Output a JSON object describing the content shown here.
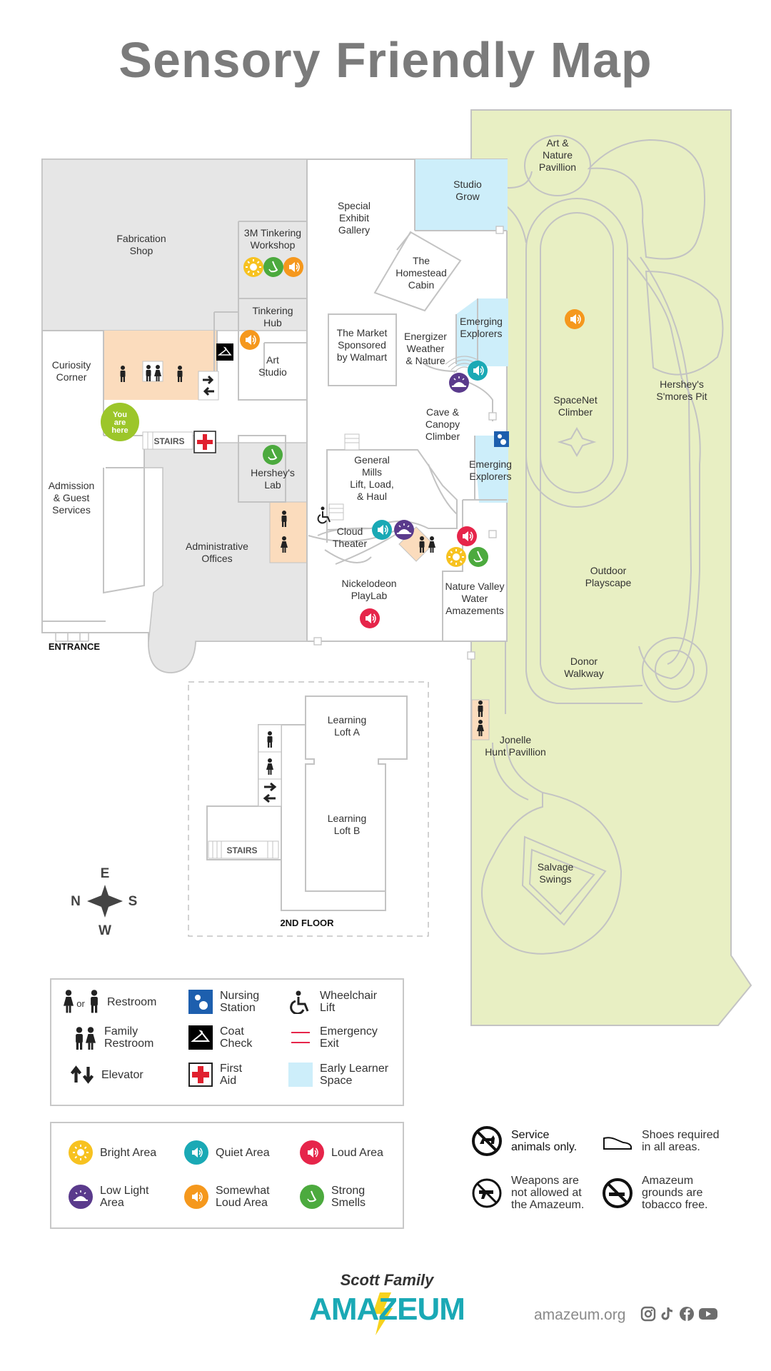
{
  "title": "Sensory Friendly Map",
  "zones": {
    "fabrication_shop": "Fabrication\nShop",
    "special_exhibit": "Special\nExhibit\nGallery",
    "studio_grow": "Studio\nGrow",
    "art_nature": "Art &\nNature\nPavillion",
    "tinkering_workshop": "3M Tinkering\nWorkshop",
    "homestead": "The\nHomestead\nCabin",
    "emerging_top": "Emerging\nExplorers",
    "tinkering_hub": "Tinkering\nHub",
    "art_studio": "Art\nStudio",
    "market": "The Market\nSponsored\nby Walmart",
    "energizer": "Energizer\nWeather\n& Nature",
    "curiosity": "Curiosity\nCorner",
    "you_are_here": "You\nare\nhere",
    "stairs": "STAIRS",
    "cave": "Cave &\nCanopy\nClimber",
    "emerging_bottom": "Emerging\nExplorers",
    "spacenet": "SpaceNet\nClimber",
    "smores": "Hershey's\nS'mores Pit",
    "hersheys_lab": "Hershey's\nLab",
    "general_mills": "General\nMills\nLift, Load,\n& Haul",
    "admission": "Admission\n& Guest\nServices",
    "admin_offices": "Administrative\nOffices",
    "cloud_theater": "Cloud\nTheater",
    "outdoor_playscape": "Outdoor\nPlayscape",
    "nickelodeon": "Nickelodeon\nPlayLab",
    "nature_valley": "Nature Valley\nWater\nAmazements",
    "entrance": "ENTRANCE",
    "donor_walkway": "Donor\nWalkway",
    "learning_loft_a": "Learning\nLoft A",
    "jonelle": "Jonelle\nHunt Pavillion",
    "learning_loft_b": "Learning\nLoft B",
    "stairs_2": "STAIRS",
    "salvage_swings": "Salvage\nSwings",
    "second_floor": "2ND FLOOR"
  },
  "compass": {
    "e": "E",
    "n": "N",
    "s": "S",
    "w": "W"
  },
  "legend_facilities": [
    {
      "icon": "restroom-icon",
      "label": "Restroom",
      "or": "or"
    },
    {
      "icon": "nursing-station-icon",
      "label": "Nursing\nStation"
    },
    {
      "icon": "wheelchair-icon",
      "label": "Wheelchair\nLift"
    },
    {
      "icon": "family-restroom-icon",
      "label": "Family\nRestroom"
    },
    {
      "icon": "coat-check-icon",
      "label": "Coat\nCheck"
    },
    {
      "icon": "emergency-exit-icon",
      "label": "Emergency\nExit"
    },
    {
      "icon": "elevator-icon",
      "label": "Elevator"
    },
    {
      "icon": "first-aid-icon",
      "label": "First\nAid"
    },
    {
      "icon": "early-learner-icon",
      "label": "Early Learner\nSpace"
    }
  ],
  "legend_sensory": [
    {
      "icon": "bright-area-icon",
      "label": "Bright Area",
      "color": "#f7c220"
    },
    {
      "icon": "quiet-area-icon",
      "label": "Quiet Area",
      "color": "#1aa9b5"
    },
    {
      "icon": "loud-area-icon",
      "label": "Loud Area",
      "color": "#e6254a"
    },
    {
      "icon": "low-light-icon",
      "label": "Low Light\nArea",
      "color": "#5a3a8c"
    },
    {
      "icon": "somewhat-loud-icon",
      "label": "Somewhat\nLoud Area",
      "color": "#f5981d"
    },
    {
      "icon": "strong-smells-icon",
      "label": "Strong\nSmells",
      "color": "#4caa3e"
    }
  ],
  "rules": [
    {
      "icon": "no-pets-icon",
      "label": "Service\nanimals only."
    },
    {
      "icon": "shoe-icon",
      "label": "Shoes required\nin all areas."
    },
    {
      "icon": "no-weapons-icon",
      "label": "Weapons are\nnot allowed at\nthe Amazeum."
    },
    {
      "icon": "no-smoking-icon",
      "label": "Amazeum\ngrounds are\ntobacco free."
    }
  ],
  "logo": {
    "top": "Scott Family",
    "main": "AMAZEUM"
  },
  "footer": {
    "url": "amazeum.org"
  },
  "colors": {
    "park": "#e8efc3",
    "building_gray": "#e6e6e6",
    "restroom": "#fbdcbd",
    "early_learner": "#cdeefa",
    "title": "#7b7b7b"
  }
}
